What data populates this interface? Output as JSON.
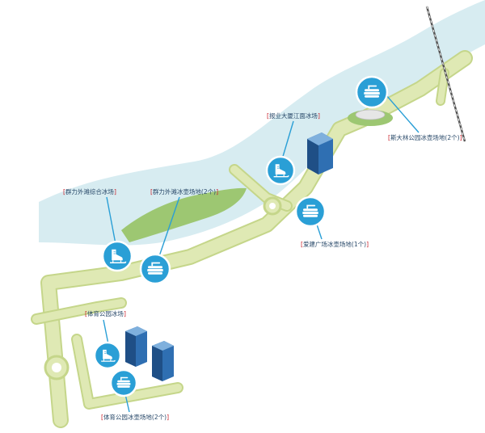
{
  "labels": {
    "sidalin": "斯大林公园冰壶场地(2个)",
    "baoye": "报业大厦江面冰场",
    "qunli_skate": "群力外滩综合冰场",
    "qunli_curling": "群力外滩冰壶场地(2个)",
    "aijian": "爱建广场冰壶场地(1个)",
    "tiyu_skate": "体育公园冰场",
    "tiyu_curling": "体育公园冰壶场地(2个)"
  },
  "colors": {
    "river": "#d7ecf1",
    "road": "#dfe9b4",
    "road_edge": "#c5d68a",
    "park": "#9dc772",
    "marker_fill": "#2a9fd6",
    "marker_ring": "#ffffff",
    "bracket": "#c8202a",
    "building": "#2f6fb2",
    "railway": "#555555"
  },
  "icons": {
    "skate": "ice-skate-icon",
    "curling": "curling-stone-icon"
  }
}
